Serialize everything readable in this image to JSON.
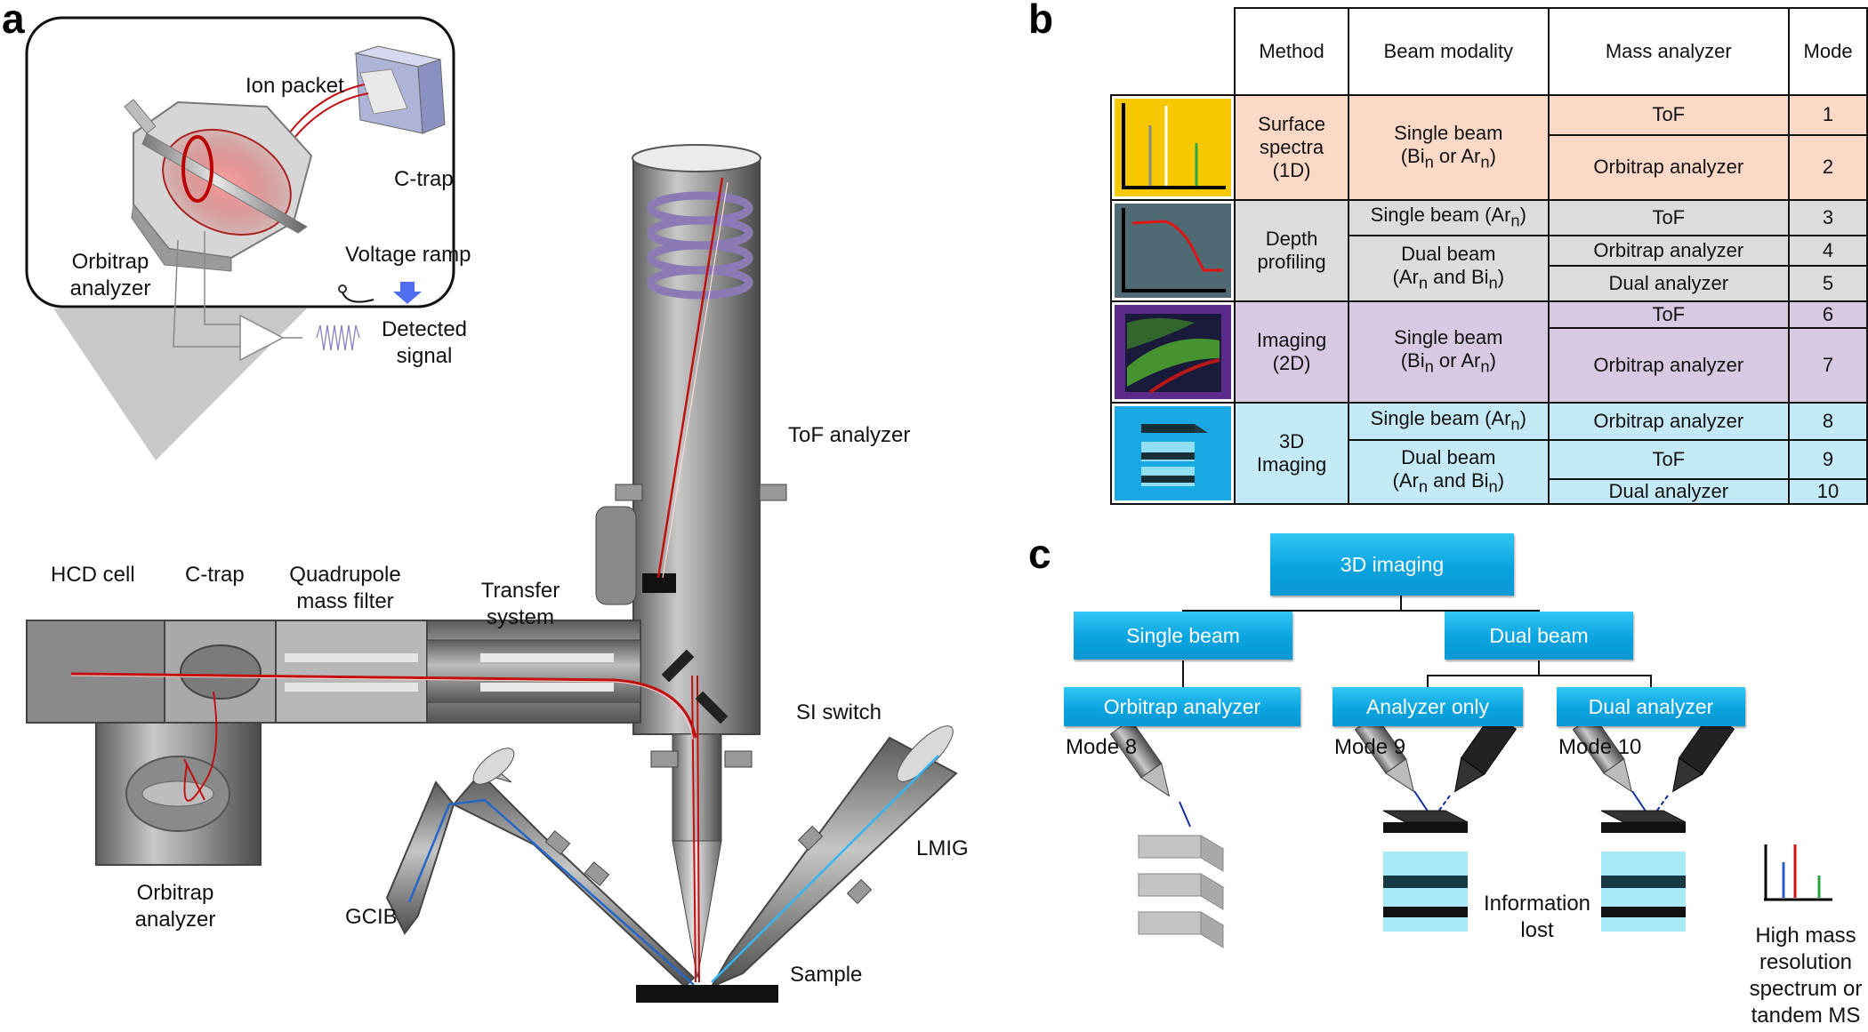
{
  "panel_a": {
    "label": "a",
    "inset": {
      "ion_packet": "Ion packet",
      "c_trap": "C-trap",
      "orbitrap_analyzer": "Orbitrap analyzer",
      "voltage_ramp": "Voltage ramp",
      "detected_signal": "Detected signal"
    },
    "hcd_cell": "HCD cell",
    "c_trap": "C-trap",
    "quadrupole": "Quadrupole mass filter",
    "transfer_system": "Transfer system",
    "tof_analyzer": "ToF analyzer",
    "si_switch": "SI switch",
    "lmig": "LMIG",
    "gcib": "GCIB",
    "sample": "Sample",
    "orbitrap_analyzer": "Orbitrap analyzer"
  },
  "panel_b": {
    "label": "b",
    "headers": [
      "Method",
      "Beam modality",
      "Mass analyzer",
      "Mode"
    ],
    "groups": [
      {
        "method": "Surface spectra (1D)",
        "color": "#fbd9c6",
        "thumb_bg": "#f7c800",
        "beams": [
          {
            "text": "Single beam",
            "sub": "(Bi",
            "n1": "n",
            "mid": " or Ar",
            "n2": "n",
            "end": ")",
            "rows": [
              {
                "analyzer": "ToF",
                "mode": "1"
              },
              {
                "analyzer": "Orbitrap analyzer",
                "mode": "2"
              }
            ]
          }
        ]
      },
      {
        "method": "Depth profiling",
        "color": "#dcdcdc",
        "thumb_bg": "#4f6a73",
        "beams": [
          {
            "text": "Single beam (Ar",
            "n1": "n",
            "end": ")",
            "rows": [
              {
                "analyzer": "ToF",
                "mode": "3"
              }
            ]
          },
          {
            "text": "Dual beam",
            "sub": "(Ar",
            "n1": "n",
            "mid": " and Bi",
            "n2": "n",
            "end": ")",
            "rows": [
              {
                "analyzer": "Orbitrap analyzer",
                "mode": "4"
              },
              {
                "analyzer": "Dual analyzer",
                "mode": "5"
              }
            ]
          }
        ]
      },
      {
        "method": "Imaging (2D)",
        "color": "#d8c9e3",
        "thumb_bg": "#5b2a8a",
        "beams": [
          {
            "text": "Single beam",
            "sub": "(Bi",
            "n1": "n",
            "mid": " or Ar",
            "n2": "n",
            "end": ")",
            "rows": [
              {
                "analyzer": "ToF",
                "mode": "6"
              },
              {
                "analyzer": "Orbitrap analyzer",
                "mode": "7"
              }
            ]
          }
        ]
      },
      {
        "method": "3D Imaging",
        "color": "#c3eaf6",
        "thumb_bg": "#1aa8e3",
        "beams": [
          {
            "text": "Single beam (Ar",
            "n1": "n",
            "end": ")",
            "rows": [
              {
                "analyzer": "Orbitrap analyzer",
                "mode": "8"
              }
            ]
          },
          {
            "text": "Dual beam",
            "sub": "(Ar",
            "n1": "n",
            "mid": " and Bi",
            "n2": "n",
            "end": ")",
            "rows": [
              {
                "analyzer": "ToF",
                "mode": "9"
              },
              {
                "analyzer": "Dual analyzer",
                "mode": "10"
              }
            ]
          }
        ]
      }
    ]
  },
  "panel_c": {
    "label": "c",
    "root": "3D imaging",
    "single_beam": "Single beam",
    "dual_beam": "Dual beam",
    "orbitrap": "Orbitrap analyzer",
    "analyzer_only": "Analyzer only",
    "dual_analyzer": "Dual analyzer",
    "mode8": "Mode 8",
    "mode9": "Mode 9",
    "mode10": "Mode 10",
    "info_lost": "Information lost",
    "high_mass": "High mass resolution spectrum or tandem MS"
  }
}
